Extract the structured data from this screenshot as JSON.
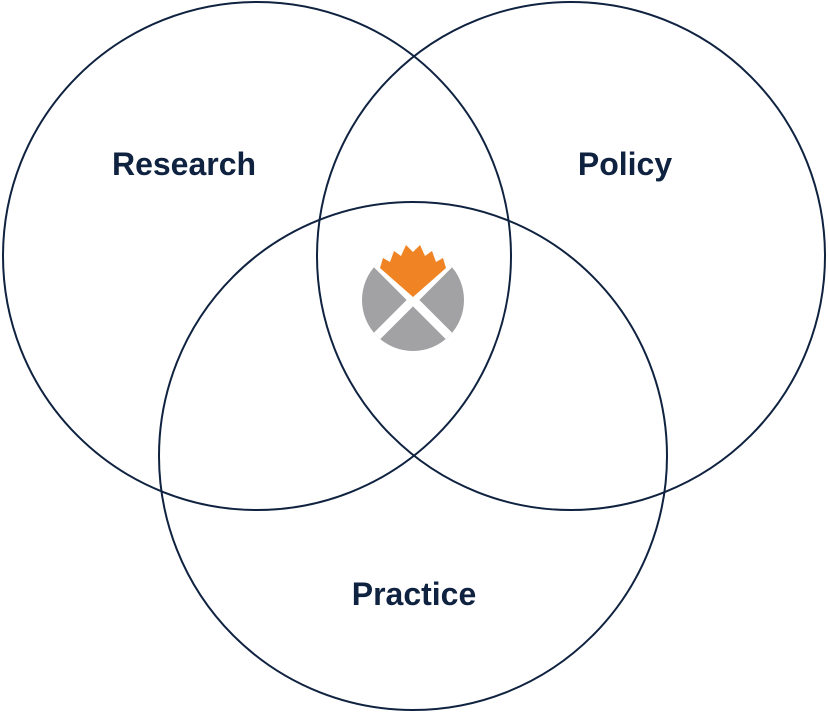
{
  "diagram": {
    "type": "venn",
    "sets": [
      {
        "id": "research",
        "label": "Research"
      },
      {
        "id": "policy",
        "label": "Policy"
      },
      {
        "id": "practice",
        "label": "Practice"
      }
    ],
    "center_logo": "flame-cross-circle-logo"
  },
  "colors": {
    "outline": "#0f2240",
    "label": "#0f2240",
    "logo_orange": "#f08424",
    "logo_gray": "#a2a2a4"
  }
}
